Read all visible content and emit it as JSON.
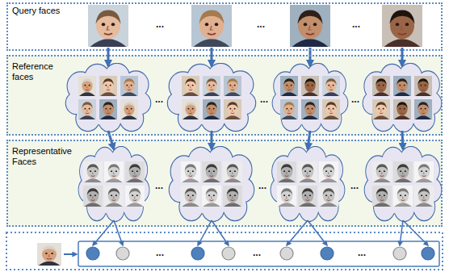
{
  "diagram": {
    "nodes": [
      {
        "text": [
          "Query faces"
        ]
      },
      {
        "text": [
          "Reference faces"
        ]
      },
      {
        "text": [
          "Representative Faces"
        ]
      }
    ],
    "labels": [
      "...",
      "...",
      "...",
      "...",
      "...",
      "...",
      "...",
      "...",
      "...",
      "...",
      "...",
      "..."
    ]
  }
}
